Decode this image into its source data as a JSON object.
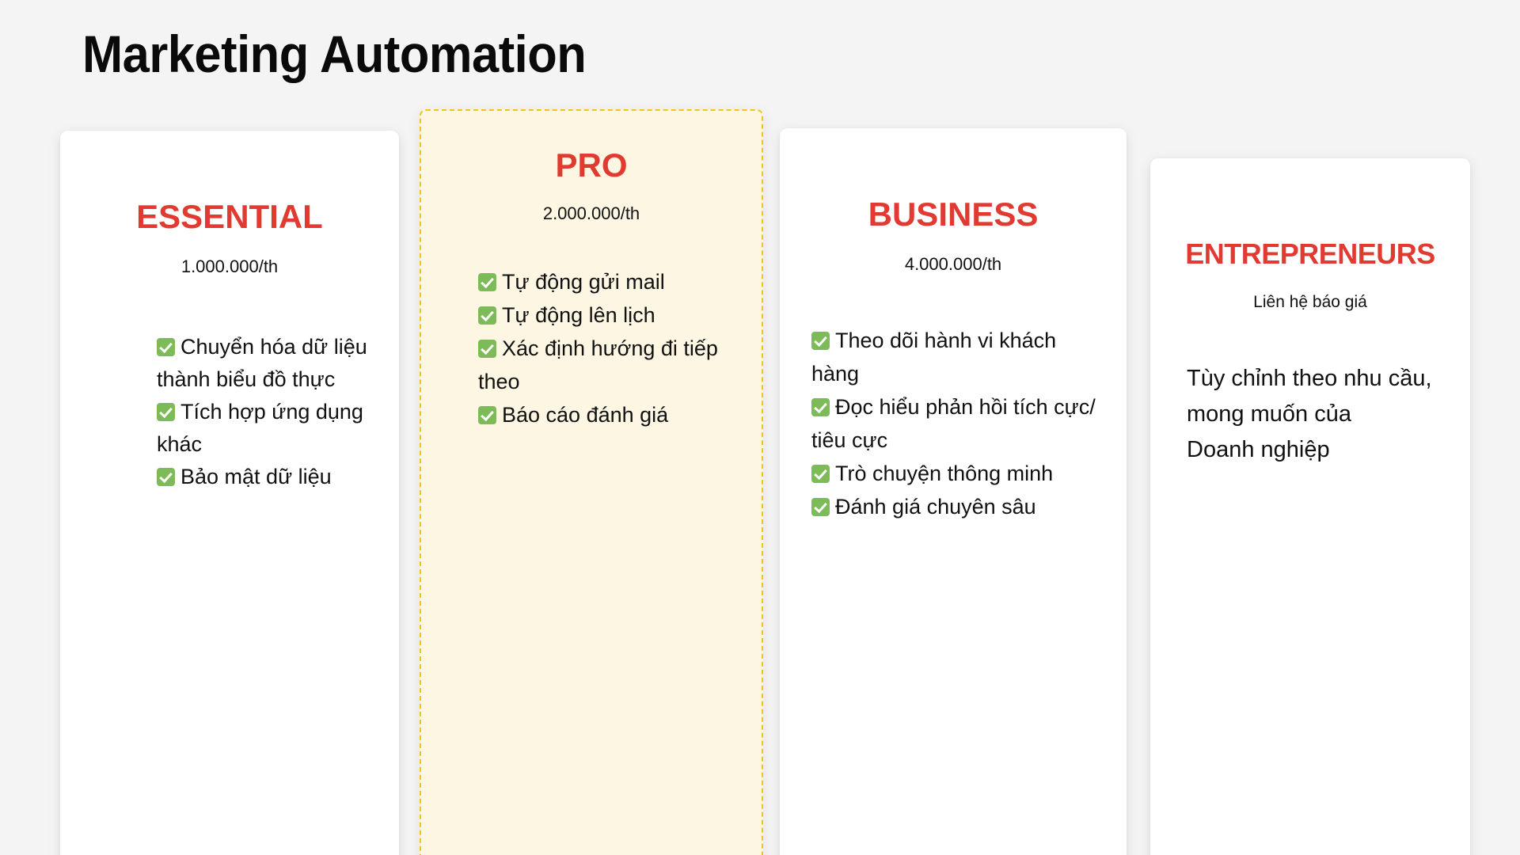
{
  "page": {
    "title": "Marketing Automation",
    "background_color": "#f4f4f4",
    "accent_color": "#e03a31",
    "check_color": "#7dba58",
    "highlight_card_bg": "#fdf6e3",
    "highlight_card_border": "#f0c419"
  },
  "plans": [
    {
      "id": "essential",
      "name": "ESSENTIAL",
      "price": "1.000.000/th",
      "highlighted": false,
      "features": [
        "Chuyển hóa dữ liệu thành biểu đồ thực",
        "Tích hợp ứng dụng khác",
        "Bảo mật dữ liệu"
      ]
    },
    {
      "id": "pro",
      "name": "PRO",
      "price": "2.000.000/th",
      "highlighted": true,
      "features": [
        "Tự động gửi mail",
        "Tự động lên lịch",
        "Xác định hướng đi tiếp theo",
        "Báo cáo đánh giá"
      ]
    },
    {
      "id": "business",
      "name": "BUSINESS",
      "price": "4.000.000/th",
      "highlighted": false,
      "features": [
        "Theo dõi hành vi khách hàng",
        "Đọc hiểu phản hồi tích cực/ tiêu cực",
        "Trò chuyện thông minh",
        "Đánh giá chuyên sâu"
      ]
    },
    {
      "id": "entrepreneurs",
      "name": "ENTREPRENEURS",
      "price": "Liên hệ báo giá",
      "highlighted": false,
      "custom_copy": "Tùy chỉnh theo nhu cầu,\nmong muốn của\nDoanh nghiệp",
      "features": []
    }
  ]
}
